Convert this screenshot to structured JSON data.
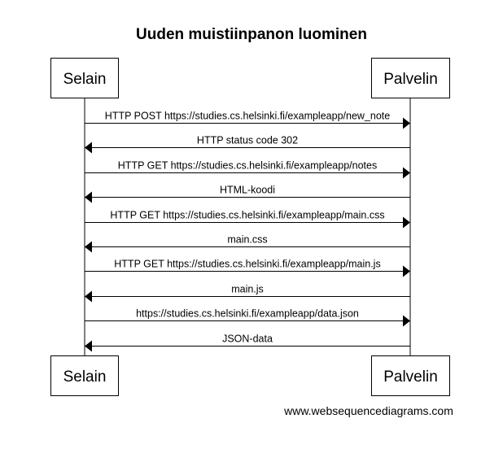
{
  "diagram": {
    "title": "Uuden muistiinpanon luominen",
    "actors": [
      {
        "id": "selain",
        "label": "Selain"
      },
      {
        "id": "palvelin",
        "label": "Palvelin"
      }
    ],
    "messages": [
      {
        "from": "selain",
        "to": "palvelin",
        "label": "HTTP POST https://studies.cs.helsinki.fi/exampleapp/new_note"
      },
      {
        "from": "palvelin",
        "to": "selain",
        "label": "HTTP status code 302"
      },
      {
        "from": "selain",
        "to": "palvelin",
        "label": "HTTP GET https://studies.cs.helsinki.fi/exampleapp/notes"
      },
      {
        "from": "palvelin",
        "to": "selain",
        "label": "HTML-koodi"
      },
      {
        "from": "selain",
        "to": "palvelin",
        "label": "HTTP GET https://studies.cs.helsinki.fi/exampleapp/main.css"
      },
      {
        "from": "palvelin",
        "to": "selain",
        "label": "main.css"
      },
      {
        "from": "selain",
        "to": "palvelin",
        "label": "HTTP GET https://studies.cs.helsinki.fi/exampleapp/main.js"
      },
      {
        "from": "palvelin",
        "to": "selain",
        "label": "main.js"
      },
      {
        "from": "selain",
        "to": "palvelin",
        "label": "https://studies.cs.helsinki.fi/exampleapp/data.json"
      },
      {
        "from": "palvelin",
        "to": "selain",
        "label": "JSON-data"
      }
    ],
    "footer": "www.websequencediagrams.com"
  }
}
